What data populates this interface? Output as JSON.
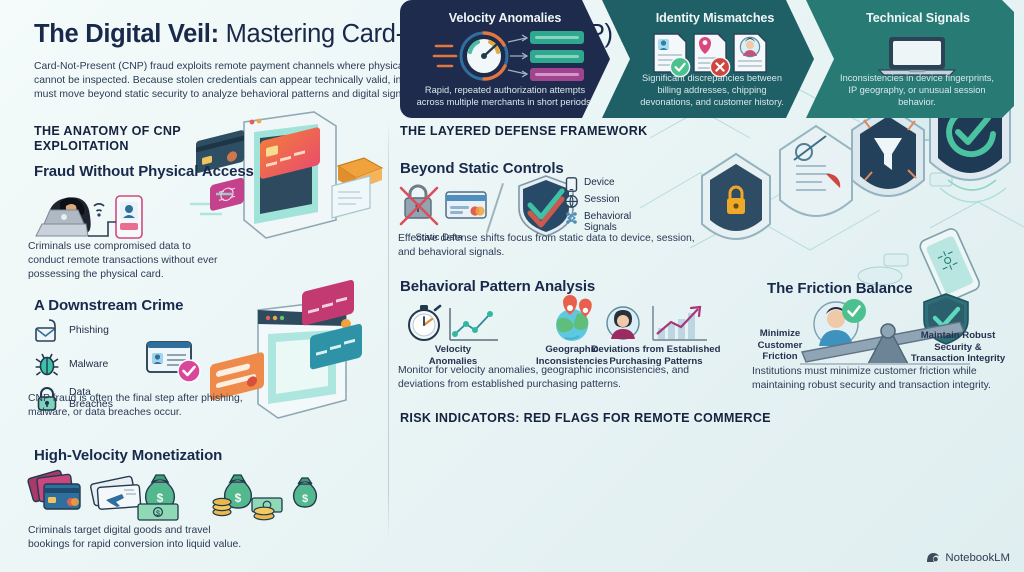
{
  "header": {
    "title_strong": "The Digital Veil:",
    "title_light": " Mastering Card-Not-Present (CNP) Fraud Defense",
    "intro": "Card-Not-Present (CNP) fraud exploits remote payment channels where physical cards cannot be inspected. Because stolen credentials can appear technically valid, institutions must move beyond static security to analyze behavioral patterns and digital signals."
  },
  "left": {
    "kicker": "THE ANATOMY OF CNP EXPLOITATION",
    "block1": {
      "heading": "Fraud Without Physical Access",
      "body": "Criminals use compromised data to conduct remote transactions without ever possessing the physical card."
    },
    "block2": {
      "heading": "A Downstream Crime",
      "items": [
        {
          "label": "Phishing",
          "icon": "phishing-hook-envelope-icon"
        },
        {
          "label": "Malware",
          "icon": "bug-icon"
        },
        {
          "label": "Data\nBreaches",
          "icon": "padlock-icon"
        }
      ],
      "body": "CNP fraud is often the final step after phishing, malware, or data breaches occur."
    },
    "block3": {
      "heading": "High-Velocity Monetization",
      "body": "Criminals target digital goods and travel bookings for rapid conversion into liquid value."
    }
  },
  "right": {
    "kicker": "THE LAYERED DEFENSE FRAMEWORK",
    "block1": {
      "heading": "Beyond Static Controls",
      "static_label": "Static Data",
      "legend": [
        {
          "label": "Device",
          "icon": "mobile-device-icon"
        },
        {
          "label": "Session",
          "icon": "globe-session-icon"
        },
        {
          "label": "Behavioral Signals",
          "icon": "behavioral-signals-icon"
        }
      ],
      "body": "Effective defense shifts focus from static data to device, session, and behavioral signals."
    },
    "block2": {
      "heading": "Behavioral Pattern Analysis",
      "patterns": [
        {
          "label": "Velocity Anomalies",
          "icon": "stopwatch-linechart-icon"
        },
        {
          "label": "Geographic Inconsistencies",
          "icon": "globe-pins-icon"
        },
        {
          "label": "Deviations from Established Purchasing Patterns",
          "icon": "person-bargraph-icon"
        }
      ],
      "body": "Monitor for velocity anomalies, geographic inconsistencies, and deviations from established purchasing patterns."
    },
    "block3": {
      "heading": "The Friction Balance",
      "left_label": "Minimize Customer Friction",
      "right_label": "Maintain Robust Security & Transaction Integrity",
      "body": "Institutions must minimize customer friction while maintaining robust security and transaction integrity."
    }
  },
  "risk": {
    "kicker": "RISK INDICATORS: RED FLAGS FOR REMOTE COMMERCE",
    "panels": [
      {
        "title": "Velocity Anomalies",
        "desc": "Rapid, repeated authorization attempts across multiple merchants in short periods.",
        "color": "#1f2b4d",
        "icon": "speed-gauge-icon"
      },
      {
        "title": "Identity Mismatches",
        "desc": "Significant discrepancies between billing addresses, chipping devonations, and customer history.",
        "color": "#1f5f66",
        "icon": "documents-check-cross-icon"
      },
      {
        "title": "Technical Signals",
        "desc": "Inconsistencies in device fingerprints, IP geography, or unusual session behavior.",
        "color": "#287b74",
        "icon": "laptop-icon"
      }
    ]
  },
  "brand": {
    "label": "NotebookLM",
    "icon": "notebooklm-logo-icon"
  },
  "colors": {
    "title": "#18294c",
    "accent_teal": "#3fbfa8",
    "panel_navy": "#1f2b4d",
    "panel_teal": "#1f5f66",
    "panel_green": "#287b74"
  }
}
